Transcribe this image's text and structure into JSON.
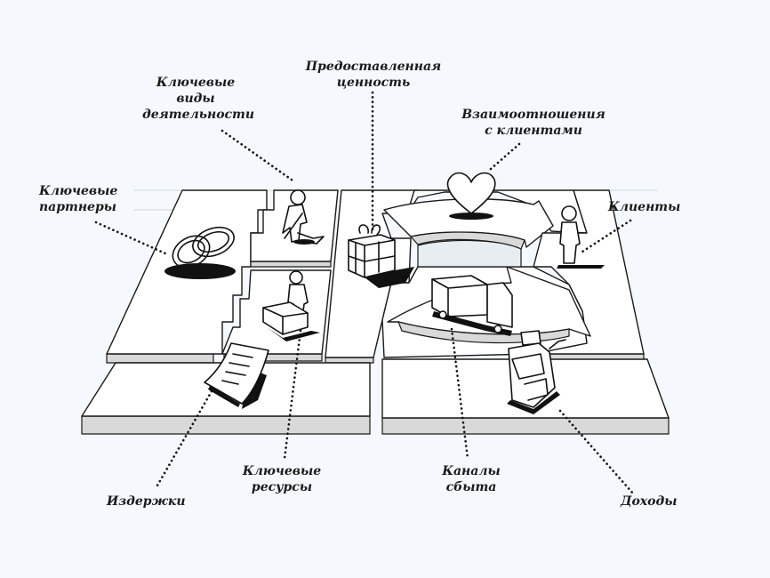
{
  "diagram": {
    "title": "Business Model Canvas",
    "background_color": "#f5f9fd",
    "board_colors": {
      "top": "#ffffff",
      "side": "#d9d9d9",
      "line": "#1a1a1a"
    },
    "blocks": [
      {
        "id": "key-partners",
        "lines": [
          "Ключевые",
          "партнеры"
        ],
        "icon": "rings-icon"
      },
      {
        "id": "key-activities",
        "lines": [
          "Ключевые",
          "виды",
          "деятельности"
        ],
        "icon": "worker-icon"
      },
      {
        "id": "value-proposition",
        "lines": [
          "Предоставленная",
          "ценность"
        ],
        "icon": "gift-icon"
      },
      {
        "id": "customer-relationships",
        "lines": [
          "Взаимоотношения",
          "с клиентами"
        ],
        "icon": "heart-icon"
      },
      {
        "id": "customer-segments",
        "lines": [
          "Клиенты"
        ],
        "icon": "person-icon"
      },
      {
        "id": "key-resources",
        "lines": [
          "Ключевые",
          "ресурсы"
        ],
        "icon": "machine-icon"
      },
      {
        "id": "channels",
        "lines": [
          "Каналы",
          "сбыта"
        ],
        "icon": "truck-icon"
      },
      {
        "id": "cost-structure",
        "lines": [
          "Издержки"
        ],
        "icon": "document-icon"
      },
      {
        "id": "revenue-streams",
        "lines": [
          "Доходы"
        ],
        "icon": "cash-register-icon"
      }
    ]
  }
}
